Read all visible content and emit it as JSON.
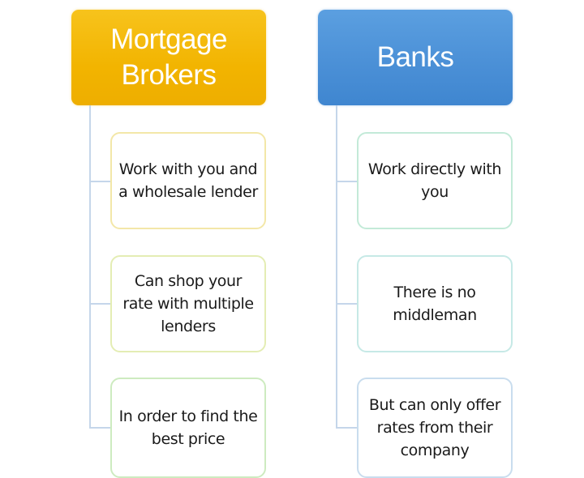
{
  "diagram": {
    "columns": [
      {
        "title": "Mortgage\nBrokers",
        "header_color": "#F2B400",
        "items": [
          {
            "text": "Work with you and a wholesale lender",
            "border_color": "#F3E7A8"
          },
          {
            "text": "Can shop your rate with multiple lenders",
            "border_color": "#E4EDB4"
          },
          {
            "text": "In order to find the best price",
            "border_color": "#CDEBC0"
          }
        ]
      },
      {
        "title": "Banks",
        "header_color": "#4A8FD6",
        "items": [
          {
            "text": "Work directly with you",
            "border_color": "#C3EAD8"
          },
          {
            "text": "There is no middleman",
            "border_color": "#C6E9E6"
          },
          {
            "text": "But can only offer rates from their company",
            "border_color": "#C9DDEE"
          }
        ]
      }
    ],
    "connector_color": "#C5D6EA"
  }
}
